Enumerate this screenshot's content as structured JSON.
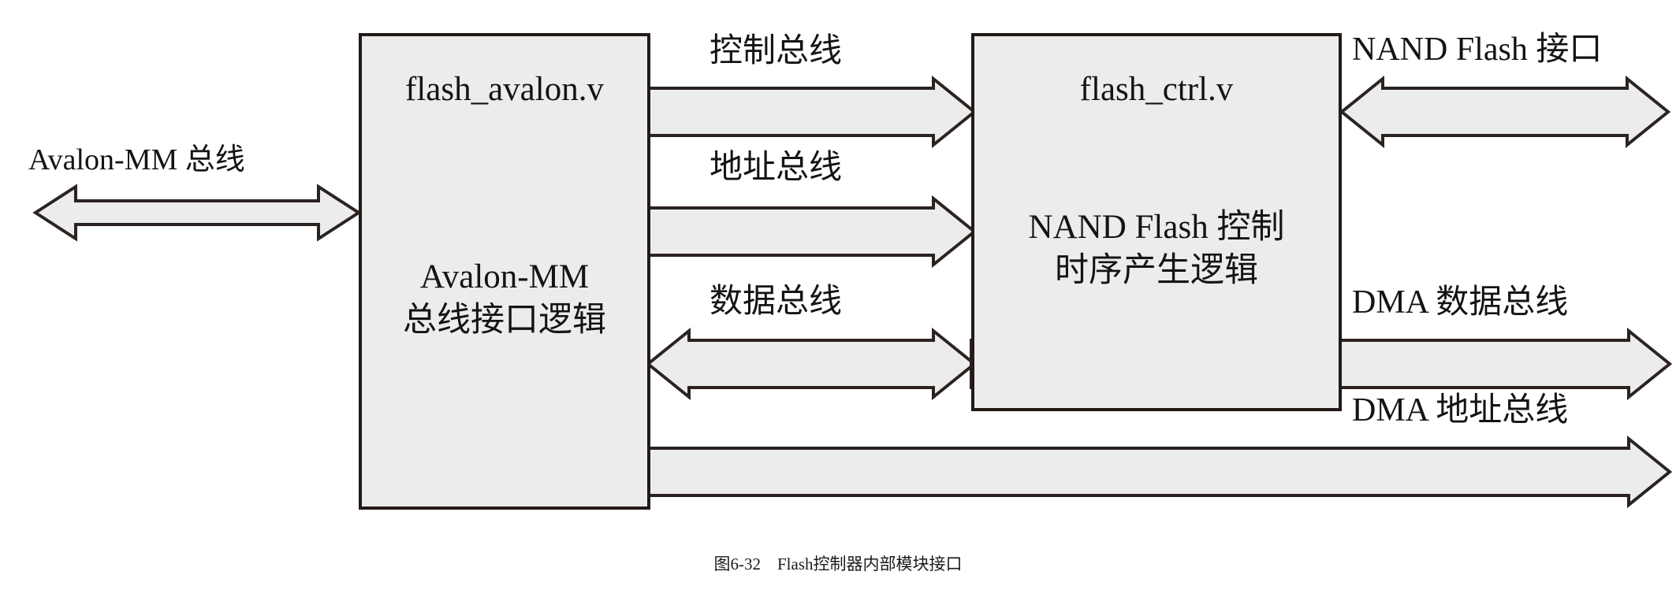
{
  "figure": {
    "caption": "图6-32　Flash控制器内部模块接口",
    "background_color": "#ffffff",
    "box_fill_color": "#ececec",
    "line_color": "#211a17"
  },
  "modules": [
    {
      "id": "flash-avalon",
      "file_label": "flash_avalon.v",
      "body_label": "Avalon-MM\n总线接口逻辑"
    },
    {
      "id": "flash-ctrl",
      "file_label": "flash_ctrl.v",
      "body_label": "NAND Flash 控制\n时序产生逻辑"
    }
  ],
  "connections": [
    {
      "id": "avalon-mm-bus",
      "label": "Avalon-MM 总线",
      "direction": "bidirectional"
    },
    {
      "id": "control-bus",
      "label": "控制总线",
      "direction": "right"
    },
    {
      "id": "address-bus",
      "label": "地址总线",
      "direction": "right"
    },
    {
      "id": "data-bus",
      "label": "数据总线",
      "direction": "bidirectional"
    },
    {
      "id": "nand-flash-if",
      "label": "NAND Flash 接口",
      "direction": "bidirectional"
    },
    {
      "id": "dma-data-bus",
      "label": "DMA 数据总线",
      "direction": "right"
    },
    {
      "id": "dma-address-bus",
      "label": "DMA 地址总线",
      "direction": "right"
    }
  ]
}
